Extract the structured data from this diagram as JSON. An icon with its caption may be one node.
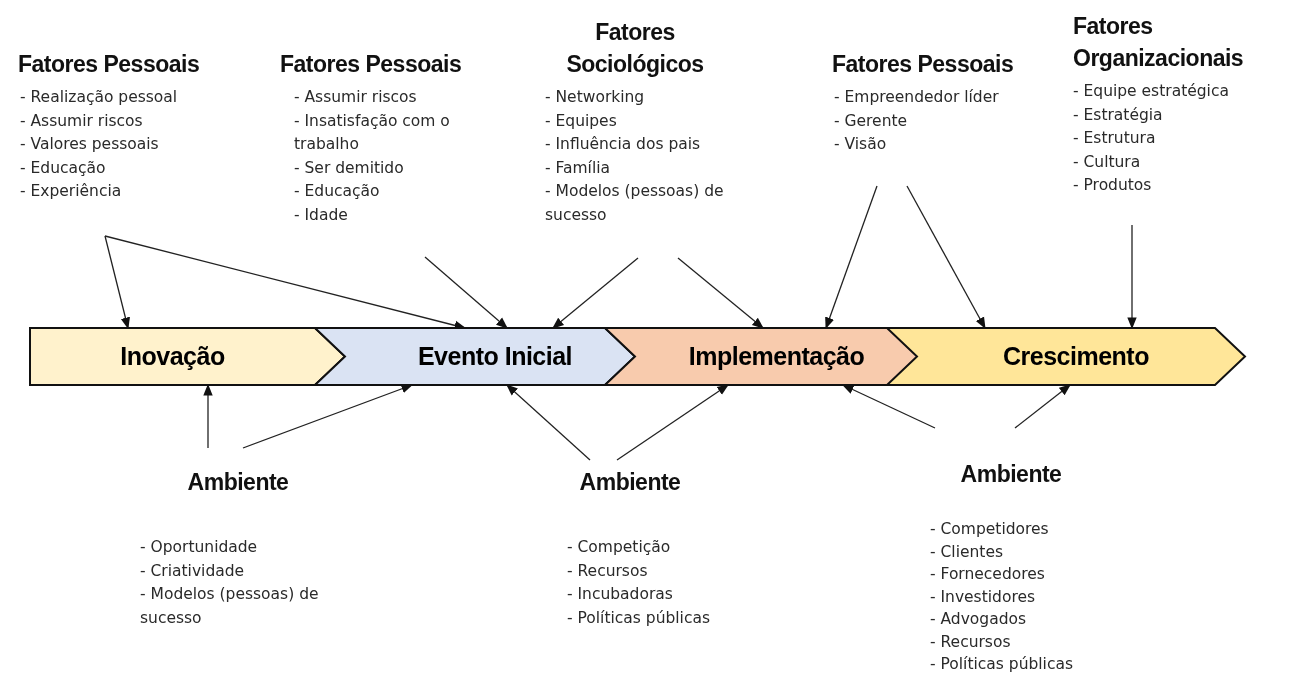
{
  "diagram": {
    "nodes": [
      {
        "text": [
          "Fatores Pessoais",
          "- Realização pessoal",
          "- Assumir riscos",
          "- Valores pessoais",
          "- Educação",
          "- Experiência"
        ]
      },
      {
        "text": [
          "Fatores Pessoais",
          "- Assumir riscos",
          "- Insatisfação com o trabalho",
          "- Ser demitido",
          "- Educação",
          "- Idade"
        ]
      },
      {
        "text": [
          "Fatores Sociológicos",
          "- Networking",
          "- Equipes",
          "- Influência dos pais",
          "- Família",
          "- Modelos (pessoas) de sucesso"
        ]
      },
      {
        "text": [
          "Fatores Pessoais",
          "- Empreendedor líder",
          "- Gerente",
          "- Visão"
        ]
      },
      {
        "text": [
          "Fatores Organizacionais",
          "- Equipe estratégica",
          "- Estratégia",
          "- Estrutura",
          "- Cultura",
          "- Produtos"
        ]
      },
      {
        "text": [
          "Inovação"
        ]
      },
      {
        "text": [
          "Evento Inicial"
        ]
      },
      {
        "text": [
          "Implementação"
        ]
      },
      {
        "text": [
          "Crescimento"
        ]
      },
      {
        "text": [
          "Ambiente",
          "- Oportunidade",
          "- Criatividade",
          "- Modelos (pessoas) de sucesso"
        ]
      },
      {
        "text": [
          "Ambiente",
          "- Competição",
          "- Recursos",
          "- Incubadoras",
          "- Políticas públicas"
        ]
      },
      {
        "text": [
          "Ambiente",
          "- Competidores",
          "- Clientes",
          "- Fornecedores",
          "- Investidores",
          "- Advogados",
          "- Recursos",
          "- Políticas públicas"
        ]
      }
    ],
    "edges": [
      {
        "from": 0,
        "to": 5,
        "arrow": "to"
      },
      {
        "from": 0,
        "to": 6,
        "arrow": "to"
      },
      {
        "from": 1,
        "to": 6,
        "arrow": "to"
      },
      {
        "from": 2,
        "to": 6,
        "arrow": "to"
      },
      {
        "from": 2,
        "to": 7,
        "arrow": "to"
      },
      {
        "from": 3,
        "to": 7,
        "arrow": "to"
      },
      {
        "from": 3,
        "to": 8,
        "arrow": "to"
      },
      {
        "from": 4,
        "to": 8,
        "arrow": "to"
      },
      {
        "from": 9,
        "to": 5,
        "arrow": "to"
      },
      {
        "from": 9,
        "to": 6,
        "arrow": "to"
      },
      {
        "from": 10,
        "to": 6,
        "arrow": "to"
      },
      {
        "from": 10,
        "to": 7,
        "arrow": "to"
      },
      {
        "from": 11,
        "to": 7,
        "arrow": "to"
      },
      {
        "from": 11,
        "to": 8,
        "arrow": "to"
      }
    ]
  }
}
